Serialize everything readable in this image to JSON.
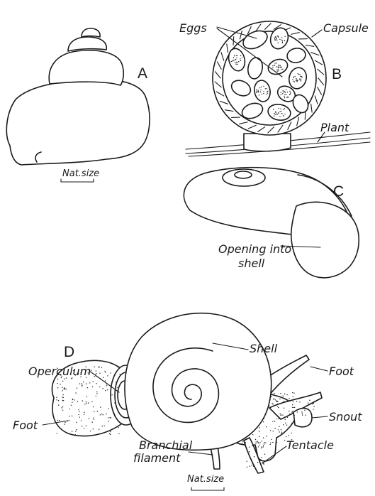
{
  "panels": {
    "a": {
      "letter": "A",
      "scale_label": "Nat.size"
    },
    "b": {
      "letter": "B",
      "labels": {
        "eggs": "Eggs",
        "capsule": "Capsule",
        "plant": "Plant"
      }
    },
    "c": {
      "letter": "C",
      "labels": {
        "opening_line1": "Opening into",
        "opening_line2": "shell"
      }
    },
    "d": {
      "letter": "D",
      "labels": {
        "shell": "Shell",
        "operculum": "Operculum",
        "foot_right": "Foot",
        "foot_left": "Foot",
        "snout": "Snout",
        "branchial_line1": "Branchial",
        "branchial_line2": "filament",
        "tentacle": "Tentacle",
        "scale_label": "Nat.size"
      }
    }
  }
}
